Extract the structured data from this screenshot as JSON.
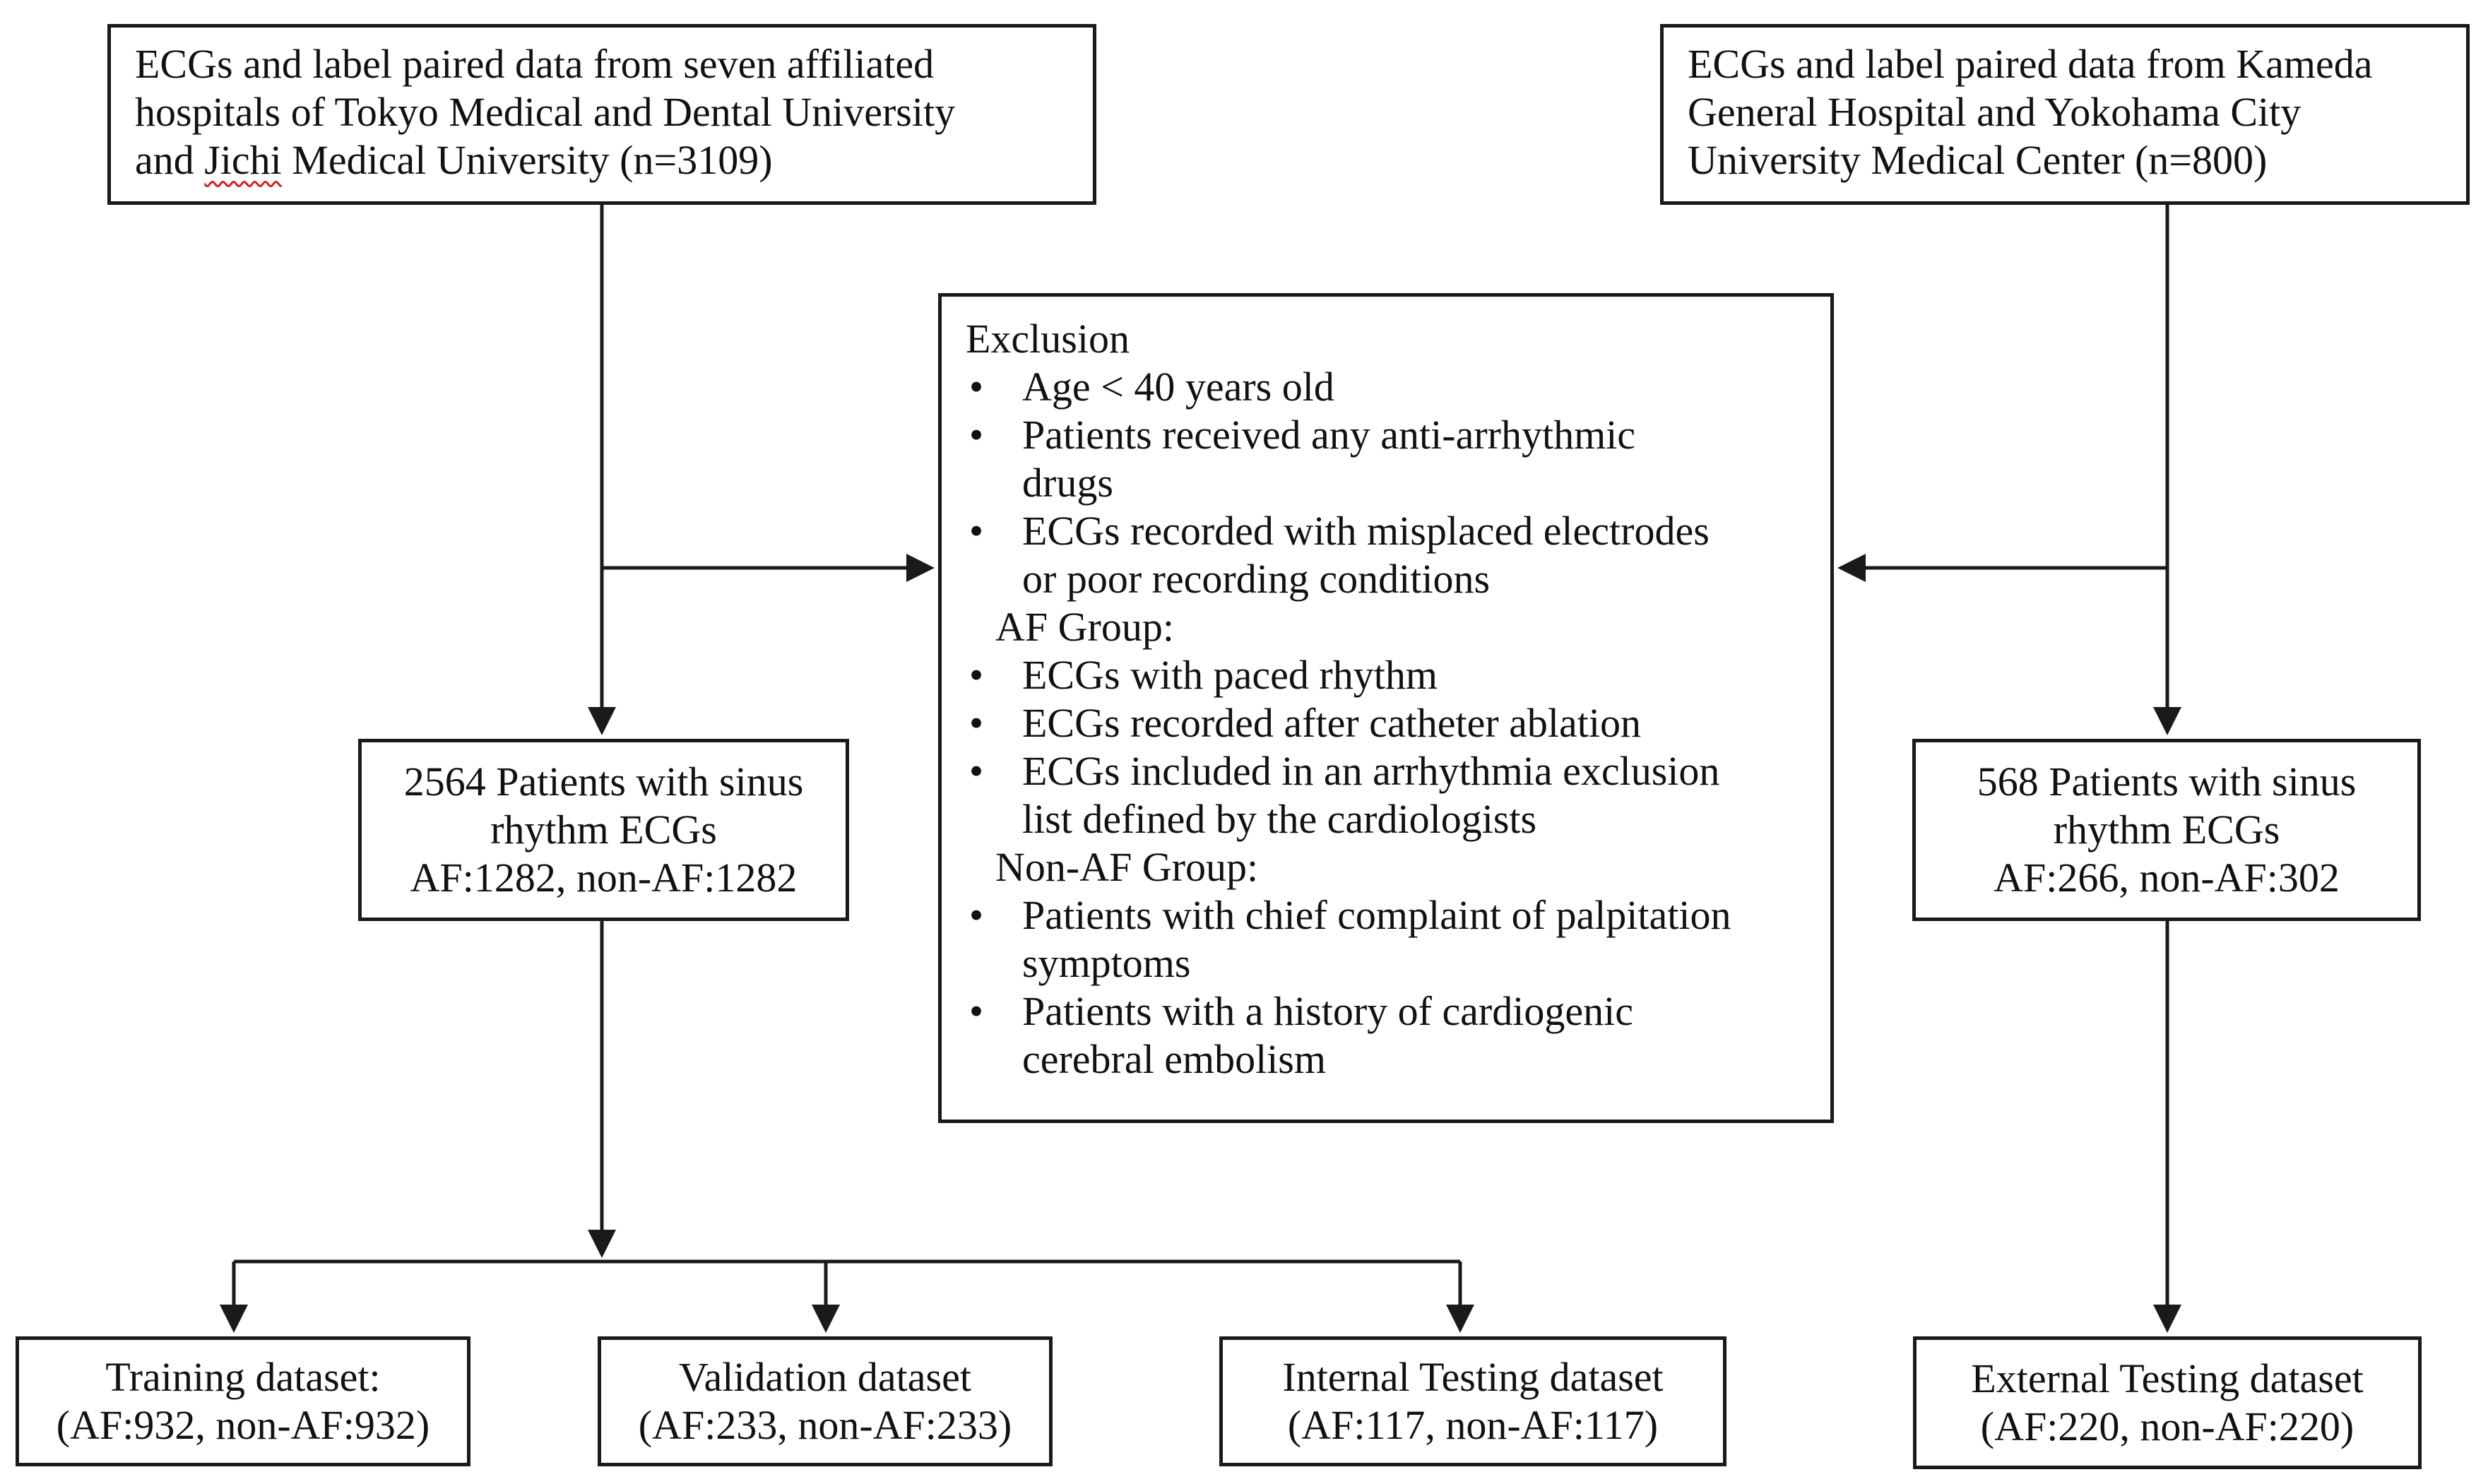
{
  "source_left": {
    "lines": [
      "ECGs and label paired data from seven affiliated",
      "hospitals of Tokyo Medical and Dental University"
    ],
    "line3_prefix": "and ",
    "line3_underlined": "Jichi",
    "line3_suffix": " Medical University (n=3109)"
  },
  "source_right": {
    "lines": [
      "ECGs and label paired data from Kameda",
      "General Hospital and Yokohama City",
      "University Medical Center (n=800)"
    ]
  },
  "exclusion": {
    "title": "Exclusion",
    "bullet": "•",
    "general_items": [
      [
        "Age < 40 years old"
      ],
      [
        "Patients received any anti-arrhythmic",
        "drugs"
      ],
      [
        "ECGs recorded with misplaced electrodes",
        "or poor recording conditions"
      ]
    ],
    "af_group_title": "AF Group:",
    "af_items": [
      [
        "ECGs with paced rhythm"
      ],
      [
        "ECGs recorded after catheter ablation"
      ],
      [
        "ECGs included in an arrhythmia exclusion",
        "list defined by the cardiologists"
      ]
    ],
    "non_af_group_title": "Non-AF Group:",
    "non_af_items": [
      [
        "Patients with chief complaint of palpitation",
        "symptoms"
      ],
      [
        "Patients with a history of cardiogenic",
        "cerebral embolism"
      ]
    ]
  },
  "patients_left": {
    "lines": [
      "2564 Patients with sinus",
      "rhythm ECGs",
      "AF:1282,  non-AF:1282"
    ]
  },
  "patients_right": {
    "lines": [
      "568 Patients with sinus",
      "rhythm ECGs",
      "AF:266,  non-AF:302"
    ]
  },
  "training": {
    "lines": [
      "Training dataset:",
      "(AF:932, non-AF:932)"
    ]
  },
  "validation": {
    "lines": [
      "Validation dataset",
      "(AF:233, non-AF:233)"
    ]
  },
  "internal": {
    "lines": [
      "Internal Testing dataset",
      "(AF:117,  non-AF:117)"
    ]
  },
  "external": {
    "lines": [
      "External Testing dataset",
      "(AF:220,  non-AF:220)"
    ]
  },
  "colors": {
    "stroke": "#1a1a1a",
    "text": "#111111",
    "background": "#ffffff",
    "spell_underline": "#d02020"
  }
}
